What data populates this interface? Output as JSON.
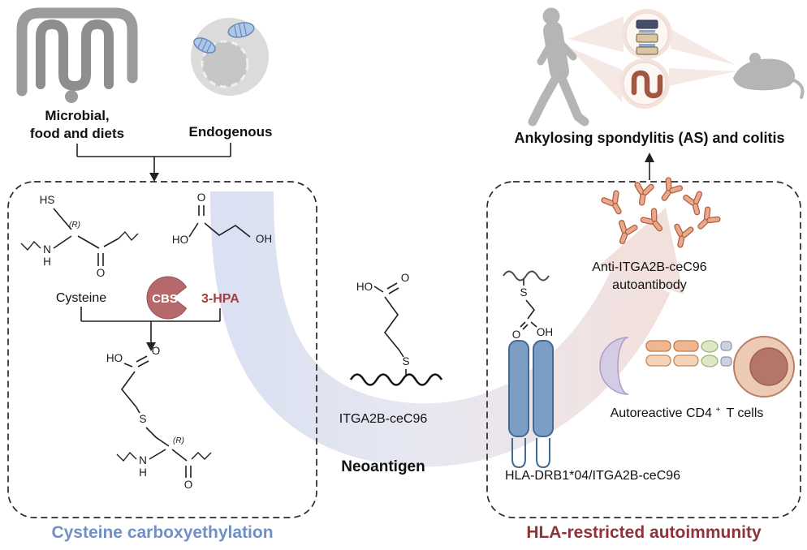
{
  "colors": {
    "carboxyethylation_caption": "#7090c5",
    "autoimmunity_caption": "#8e3339",
    "cbs_enzyme_fill": "#b5696b",
    "hpa_text": "#a13e42",
    "swoosh_blue": "#b7c3e4",
    "swoosh_pink": "#e7c3bc",
    "hla_fill": "#7d9ec4",
    "antibody_fill": "#eaa98f",
    "mitochondria_fill": "#adc8e8",
    "silhouette_gray": "#b5b5b5"
  },
  "sources": {
    "microbial_line1": "Microbial,",
    "microbial_line2": "food and diets",
    "endogenous": "Endogenous"
  },
  "left_panel": {
    "caption": "Cysteine carboxyethylation",
    "cysteine_label": "Cysteine",
    "enzyme": "CBS",
    "cofactor": "3-HPA",
    "cysteine_atoms": {
      "hs": "HS",
      "stereo": "(R)",
      "n": "N",
      "h": "H",
      "o": "O"
    },
    "hpa_atoms": {
      "o": "O",
      "ho": "HO",
      "oh": "OH"
    },
    "product_atoms": {
      "ho": "HO",
      "o_top": "O",
      "s": "S",
      "stereo": "(R)",
      "n": "N",
      "h": "H",
      "o_bottom": "O"
    }
  },
  "neoantigen": {
    "atoms": {
      "ho": "HO",
      "o": "O",
      "s": "S"
    },
    "molecule": "ITGA2B-ceC96",
    "caption": "Neoantigen"
  },
  "right_panel": {
    "caption": "HLA-restricted autoimmunity",
    "autoantibody_line1": "Anti-ITGA2B-ceC96",
    "autoantibody_line2": "autoantibody",
    "peptide_atoms": {
      "s": "S",
      "o": "O",
      "oh": "OH"
    },
    "hla_label": "HLA-DRB1*04/ITGA2B-ceC96",
    "tcell_prefix": "Autoreactive CD4",
    "tcell_sup": "+",
    "tcell_suffix": "T cells"
  },
  "outcome": {
    "label": "Ankylosing spondylitis (AS) and colitis"
  }
}
